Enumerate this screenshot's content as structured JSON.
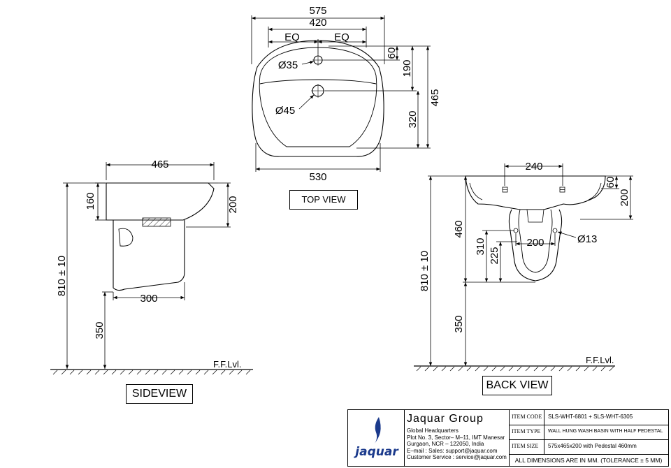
{
  "top_view": {
    "label": "TOP VIEW",
    "dims": {
      "overall_width": "575",
      "inner_width": "420",
      "eq_left": "EQ",
      "eq_right": "EQ",
      "tap_hole_offset": "60",
      "tap_hole_dia": "Ø35",
      "waste_dia": "Ø45",
      "waste_offset": "190",
      "bowl_depth": "320",
      "overall_depth": "465",
      "base_width": "530"
    }
  },
  "side_view": {
    "label": "SIDEVIEW",
    "dims": {
      "depth": "465",
      "front_height": "160",
      "basin_height": "200",
      "pedestal_depth": "300",
      "mount_height": "810 ± 10",
      "pedestal_clear": "350"
    },
    "floor_label": "F.F.Lvl."
  },
  "back_view": {
    "label": "BACK VIEW",
    "dims": {
      "fix_spacing": "240",
      "top_offset": "60",
      "basin_height": "200",
      "pedestal_height": "460",
      "fix_height": "310",
      "waste_height": "225",
      "pedestal_fix": "200",
      "fix_hole": "Ø13",
      "mount_height": "810 ± 10",
      "floor_gap": "350"
    },
    "floor_label": "F.F.Lvl."
  },
  "title_block": {
    "brand": "jaquar",
    "brand_color": "#1b3a8c",
    "company": "Jaquar Group",
    "address": [
      "Global Headquarters",
      "Plot No. 3, Sector– M–11, IMT Manesar",
      "Gurgaon, NCR – 122050, India",
      "E–mail : Sales: support@jaquar.com",
      "Customer Service : service@jaquar.com"
    ],
    "rows": [
      {
        "key": "ITEM CODE",
        "value": "SLS-WHT-6801 + SLS-WHT-6305"
      },
      {
        "key": "ITEM TYPE",
        "value": "WALL HUNG WASH BASIN WITH HALF PEDESTAL"
      },
      {
        "key": "ITEM SIZE",
        "value": "575x465x200 with Pedestal 460mm"
      }
    ],
    "note": "ALL DIMENSIONS ARE IN MM. (TOLERANCE ± 5 MM)"
  }
}
